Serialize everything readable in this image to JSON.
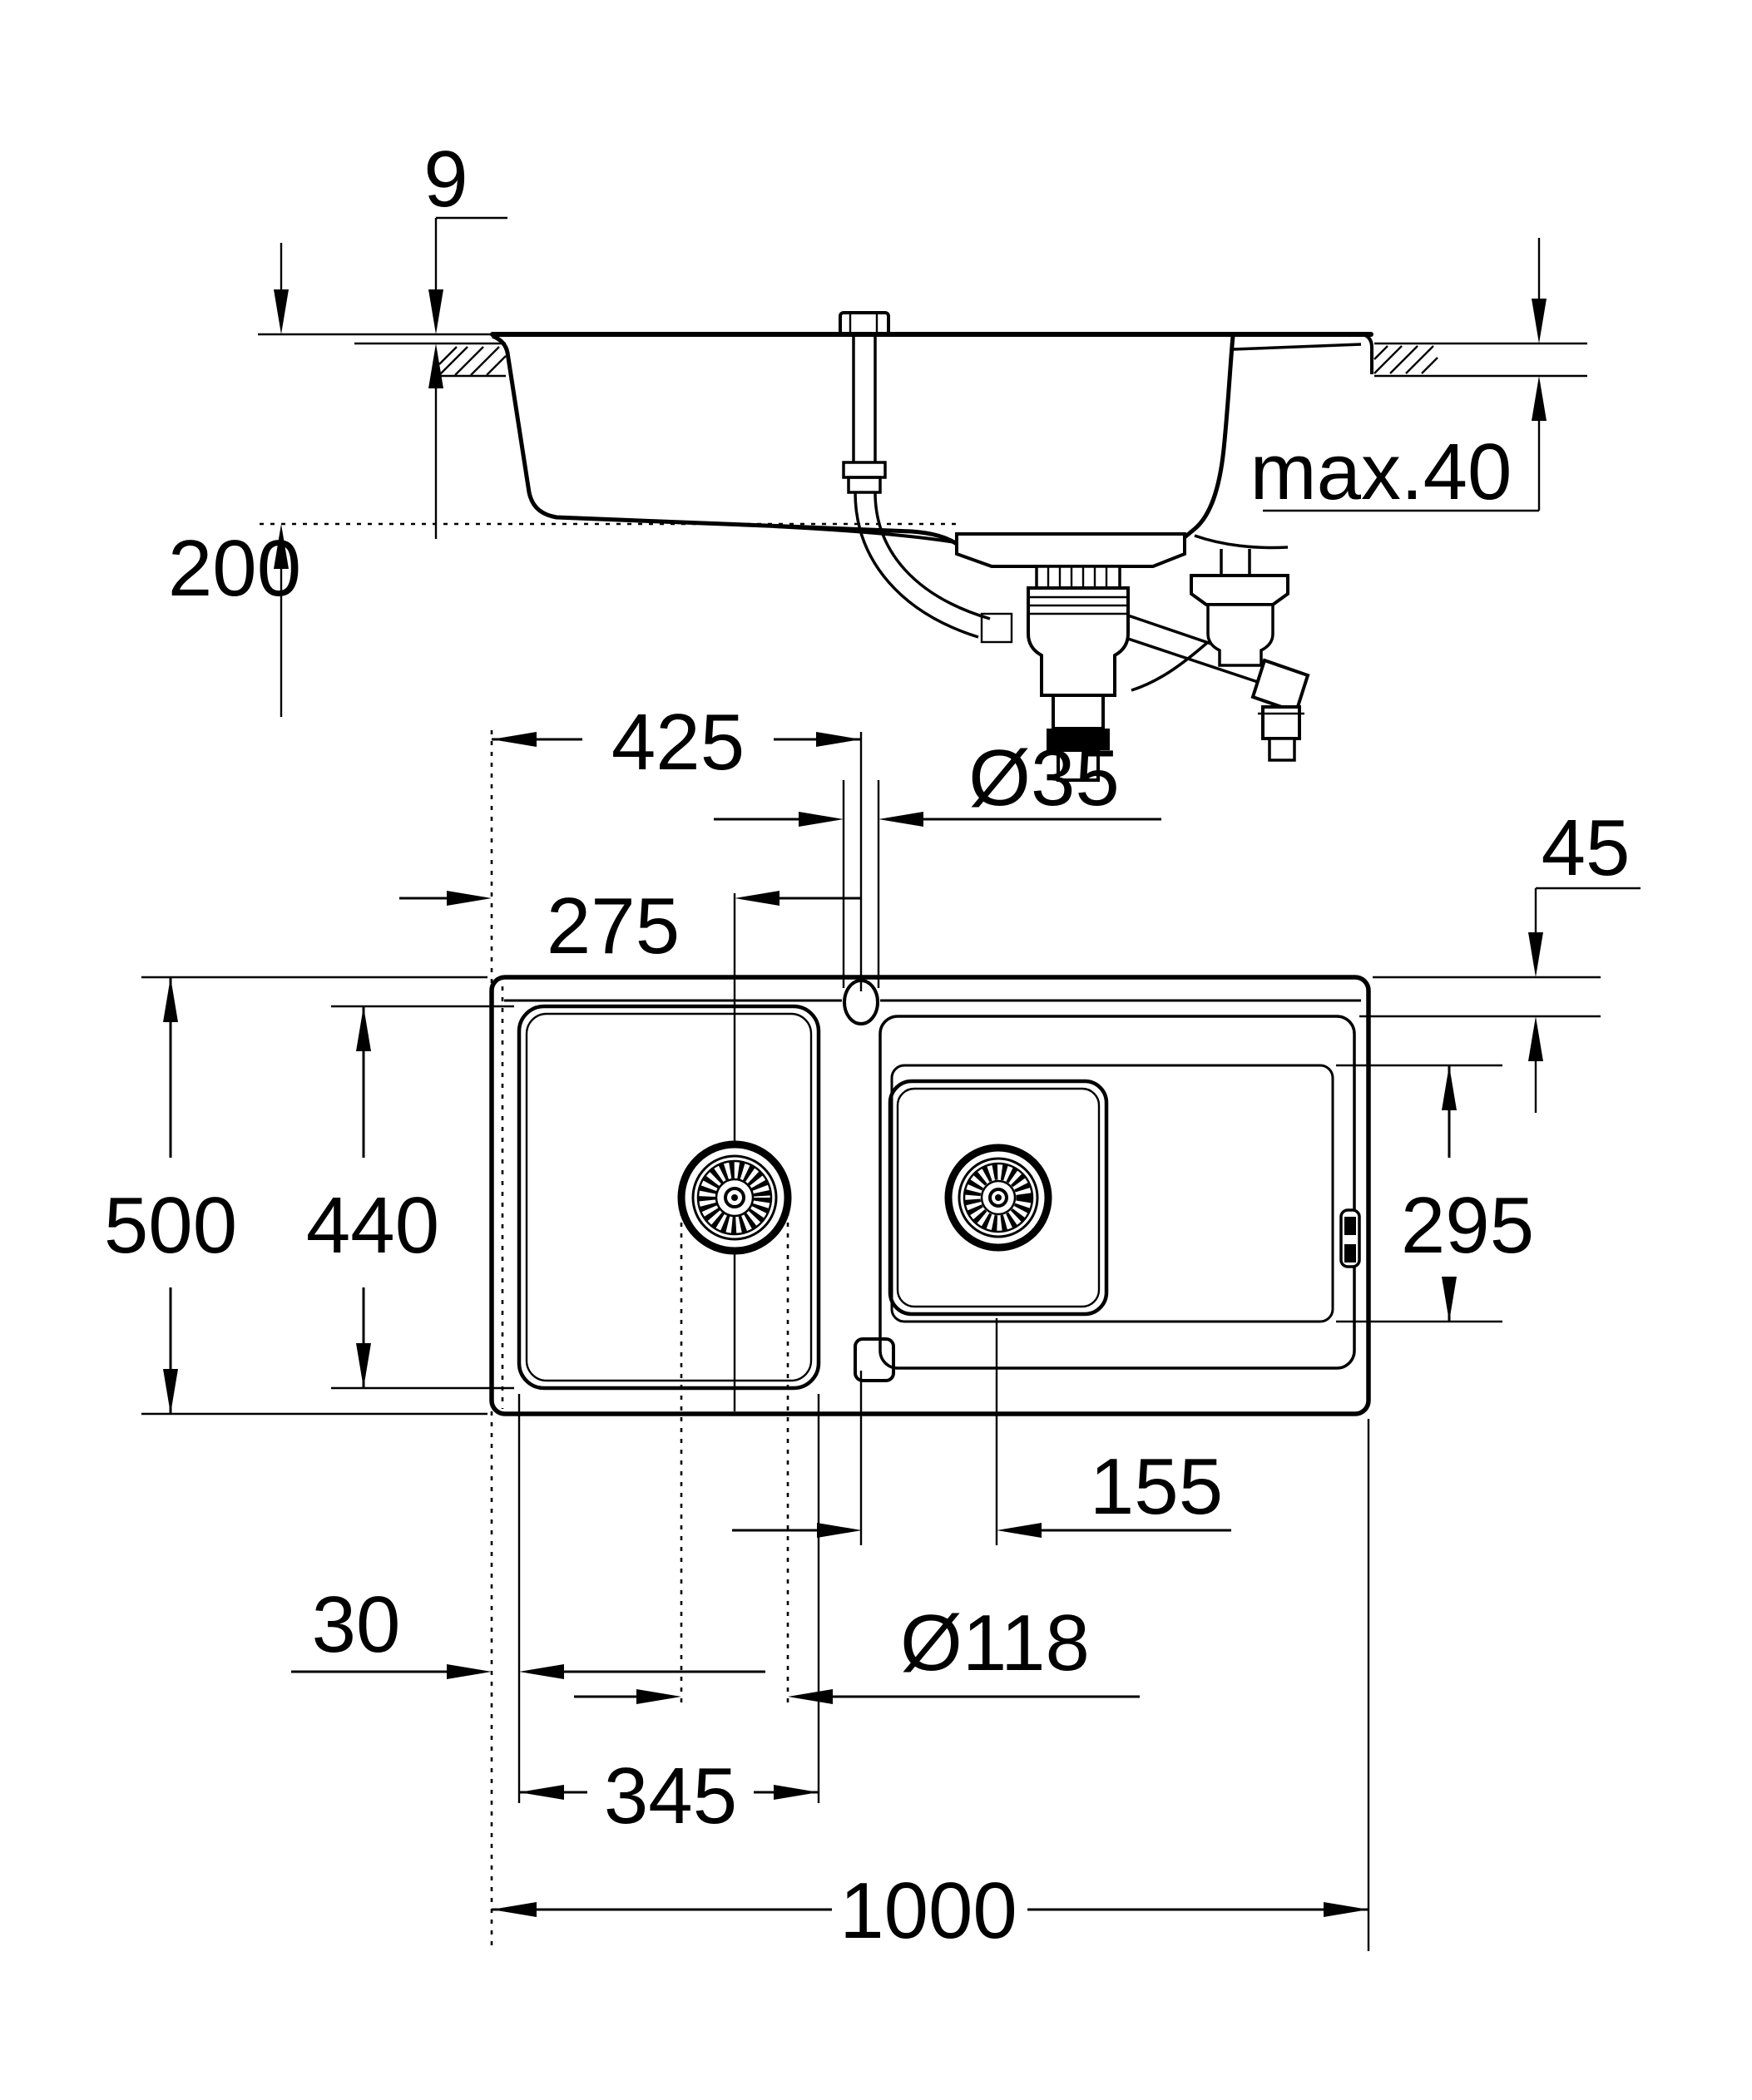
{
  "drawing": {
    "type": "sink installation technical drawing",
    "section_view": {
      "rim_height": "9",
      "bowl_depth": "200",
      "countertop_thickness": "max.40"
    },
    "plan_view": {
      "tap_hole_offset": "425",
      "tap_hole_diameter": "Ø35",
      "edge_to_recess": "45",
      "drain_offset": "275",
      "overall_depth": "500",
      "bowl_length": "440",
      "recess_depth": "295",
      "tap_to_small_drain": "155",
      "edge_margin": "30",
      "drain_hole_diameter": "Ø118",
      "bowl_width": "345",
      "overall_width": "1000"
    }
  }
}
